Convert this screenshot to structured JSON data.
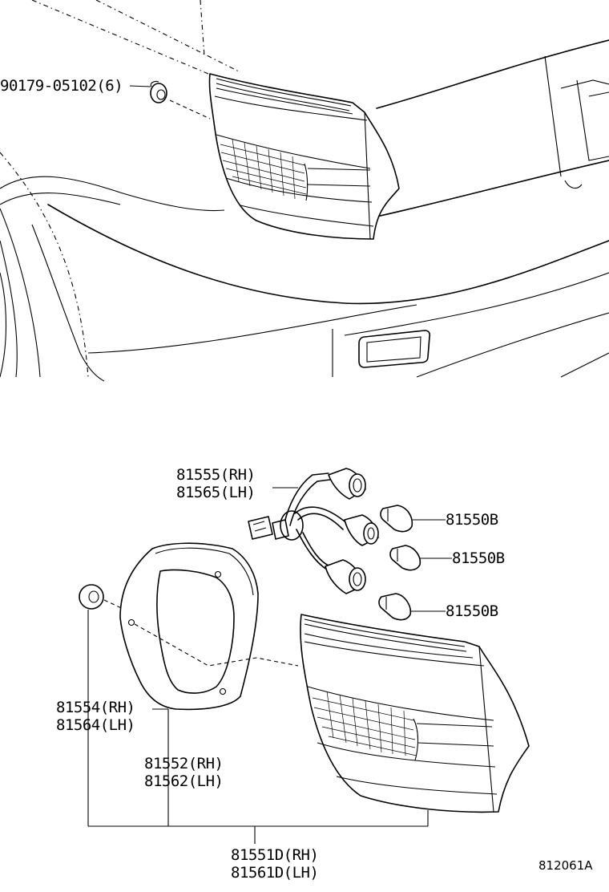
{
  "labels": {
    "clip": "90179-05102(6)",
    "socket_rh": "81555(RH)",
    "socket_lh": "81565(LH)",
    "bulb_1": "81550B",
    "bulb_2": "81550B",
    "bulb_3": "81550B",
    "cushion_rh": "81554(RH)",
    "cushion_lh": "81564(LH)",
    "gasket_rh": "81552(RH)",
    "gasket_lh": "81562(LH)",
    "lamp_rh": "81551D(RH)",
    "lamp_lh": "81561D(LH)",
    "figure_code": "812061A"
  }
}
